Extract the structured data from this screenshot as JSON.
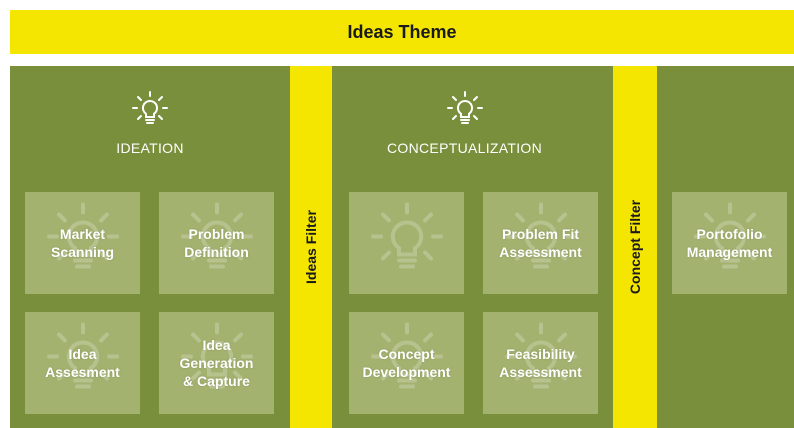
{
  "title": "Ideas Theme",
  "sections": {
    "ideation": {
      "title": "IDEATION",
      "cards": [
        "Market\nScanning",
        "Problem\nDefinition",
        "Idea\nAssesment",
        "Idea\nGeneration\n& Capture"
      ]
    },
    "conceptualization": {
      "title": "CONCEPTUALIZATION",
      "cards": [
        "",
        "Problem Fit\nAssessment",
        "Concept\nDevelopment",
        "Feasibility\nAssessment"
      ]
    },
    "portfolio": {
      "cards": [
        "Portofolio\nManagement"
      ]
    }
  },
  "filters": {
    "ideas": "Ideas Filter",
    "concept": "Concept Filter"
  },
  "colors": {
    "yellow": "#f4e600",
    "panel_green": "#7a8f3b",
    "card_green": "#a3b26f",
    "text_light": "#ffffff"
  },
  "icons": {
    "section_icon": "lightbulb-icon",
    "card_watermark": "lightbulb-icon"
  }
}
